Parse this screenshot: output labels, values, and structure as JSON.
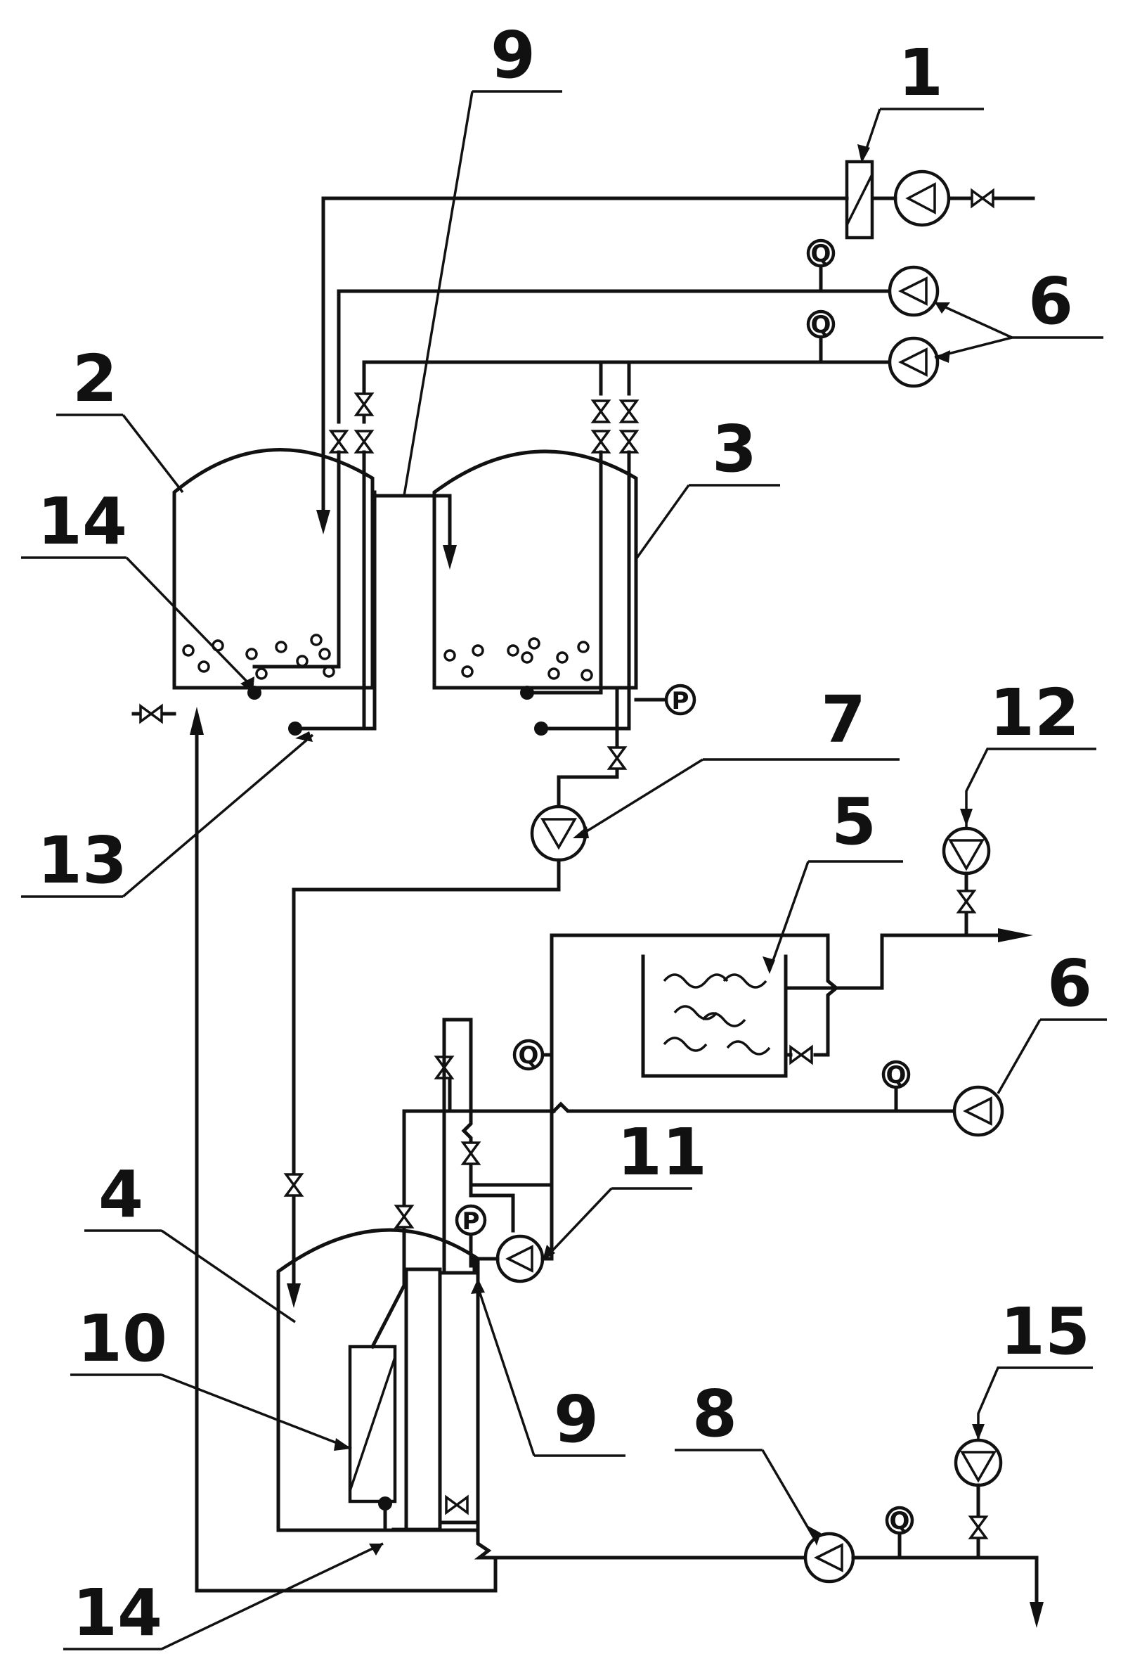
{
  "labels": {
    "l1": "1",
    "l2": "2",
    "l3": "3",
    "l4": "4",
    "l5": "5",
    "l6a": "6",
    "l6b": "6",
    "l7": "7",
    "l8": "8",
    "l9a": "9",
    "l9b": "9",
    "l10": "10",
    "l11": "11",
    "l12": "12",
    "l13": "13",
    "l14a": "14",
    "l14b": "14",
    "l15": "15"
  },
  "symbols": {
    "pressure": "P",
    "flow": "Q"
  }
}
